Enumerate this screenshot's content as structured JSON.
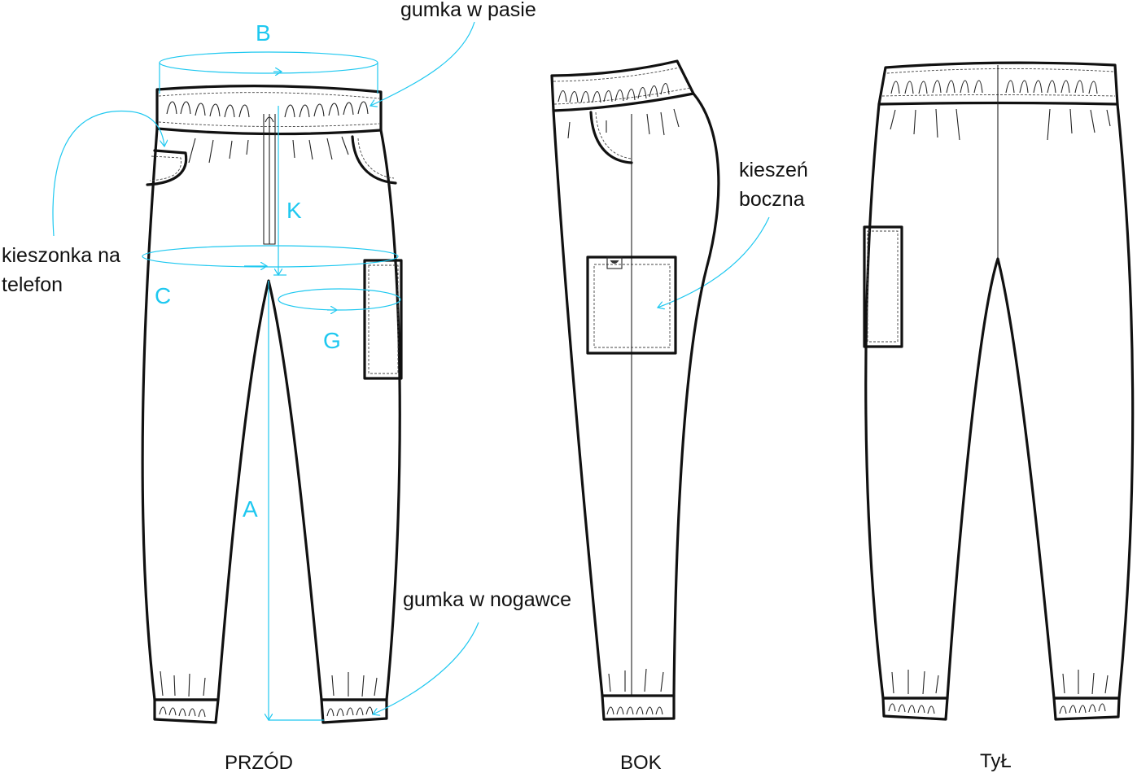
{
  "views": {
    "front": "PRZÓD",
    "side": "BOK",
    "back": "TyŁ"
  },
  "measurements": {
    "a": "A",
    "b": "B",
    "c": "C",
    "g": "G",
    "k": "K"
  },
  "callouts": {
    "waist_elastic": "gumka w pasie",
    "phone_pocket_line1": "kieszonka na",
    "phone_pocket_line2": "telefon",
    "side_pocket_line1": "kieszeń",
    "side_pocket_line2": "boczna",
    "leg_elastic": "gumka w nogawce"
  },
  "colors": {
    "outline": "#111111",
    "dimension": "#1EC8F0",
    "background": "#FFFFFF"
  }
}
